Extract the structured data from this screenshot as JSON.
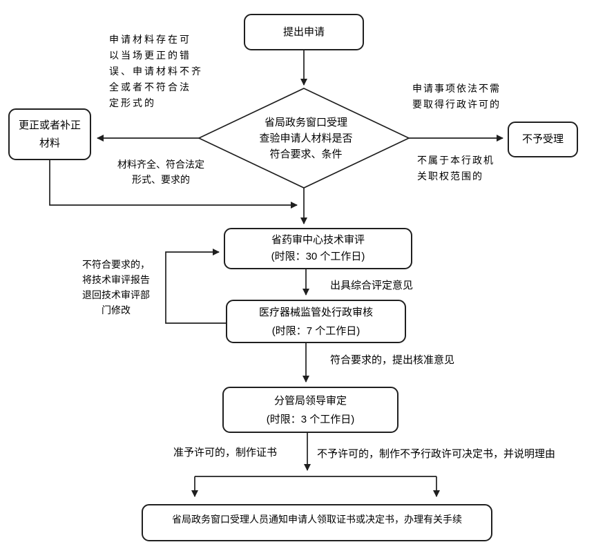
{
  "colors": {
    "line": "#1f1f1f",
    "box_border": "#1f1f1f",
    "background": "#ffffff",
    "text": "#000000"
  },
  "nodes": {
    "start": "提出申请",
    "decision": "省局政务窗口受理\n查验申请人材料是否\n符合要求、条件",
    "correction": "更正或者补正\n材料",
    "reject": "不予受理",
    "tech_review": "省药审中心技术审评\n(时限：30 个工作日)",
    "admin_review": "医疗器械监管处行政审核\n(时限：7 个工作日)",
    "leader_approval": "分管局领导审定\n(时限：3 个工作日)",
    "notify": "省局政务窗口受理人员通知申请人领取证书或决定书，办理有关手续"
  },
  "edge_labels": {
    "correctable_error": "申请材料存在可\n以当场更正的错\n误、申请材料不齐\n全或者不符合法\n定形式的",
    "materials_ok": "材料齐全、符合法定\n形式、要求的",
    "no_permit_needed": "申请事项依法不需\n要取得行政许可的",
    "not_jurisdiction": "不属于本行政机\n关职权范围的",
    "eval_opinion": "出具综合评定意见",
    "return_for_revision": "不符合要求的，\n将技术审评报告\n退回技术审评部\n门修改",
    "approve_opinion": "符合要求的，提出核准意见",
    "grant_certificate": "准予许可的，制作证书",
    "deny_certificate": "不予许可的，制作不予行政许可决定书，并说明理由"
  }
}
